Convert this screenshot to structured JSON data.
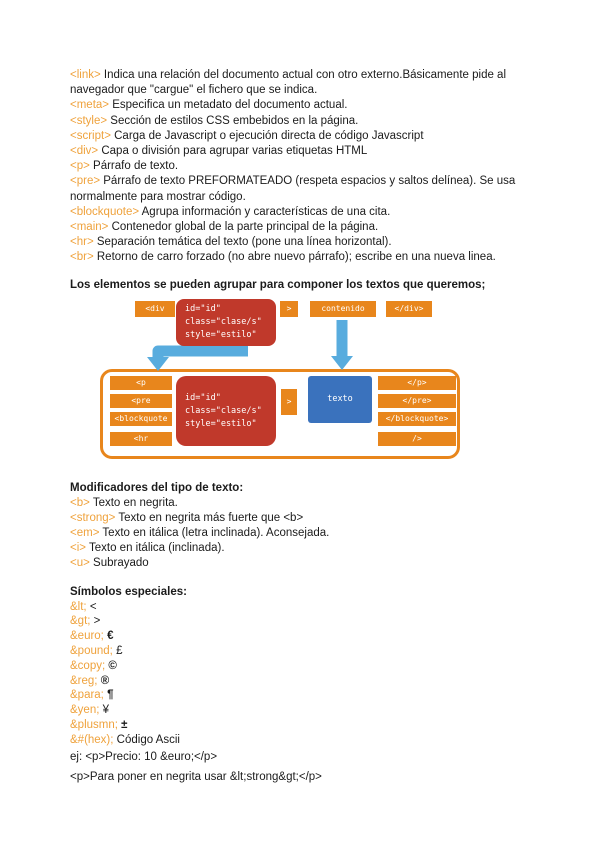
{
  "colors": {
    "tag_text_orange": "#EFA23C",
    "box_orange": "#E8861C",
    "box_red": "#C0392B",
    "box_blue": "#3A72BD",
    "arrow_blue": "#58ACDE"
  },
  "tags": [
    {
      "tag": "<link>",
      "text": "Indica una relación del documento actual con otro externo.Básicamente pide al navegador que \"cargue\" el fichero que se indica."
    },
    {
      "tag": "<meta>",
      "text": "Especifica un metadato del documento actual."
    },
    {
      "tag": "<style>",
      "text": "Sección de estilos CSS embebidos en la página."
    },
    {
      "tag": "<script>",
      "text": "Carga de Javascript o ejecución directa de código Javascript"
    },
    {
      "tag": "<div>",
      "text": "Capa o división para agrupar varias etiquetas HTML"
    },
    {
      "tag": "<p>",
      "text": "Párrafo de texto."
    },
    {
      "tag": "<pre>",
      "text": "Párrafo de texto PREFORMATEADO (respeta espacios y saltos delínea). Se usa normalmente para mostrar código."
    },
    {
      "tag": "<blockquote>",
      "text": "Agrupa información y características de una cita."
    },
    {
      "tag": "<main>",
      "text": "Contenedor global de la parte principal de la página."
    },
    {
      "tag": "<hr>",
      "text": "Separación temática del texto (pone una línea horizontal)."
    },
    {
      "tag": "<br>",
      "text": "Retorno de carro forzado (no abre nuevo párrafo); escribe en una nueva linea."
    }
  ],
  "headings": {
    "group": "Los elementos se pueden agrupar para componer los textos que queremos;",
    "modifiers": "Modificadores del tipo de texto:",
    "symbols": "Símbolos especiales:"
  },
  "diagram": {
    "top": {
      "open": "<div",
      "attr1": "id=\"id\"",
      "attr2": "class=\"clase/s\"",
      "attr3": "style=\"estilo\"",
      "gt": ">",
      "content": "contenido",
      "close": "</div>"
    },
    "bottom": {
      "open1": "<p",
      "open2": "<pre",
      "open3": "<blockquote",
      "open4": "<hr",
      "attr1": "id=\"id\"",
      "attr2": "class=\"clase/s\"",
      "attr3": "style=\"estilo\"",
      "gt": ">",
      "content": "texto",
      "close1": "</p>",
      "close2": "</pre>",
      "close3": "</blockquote>",
      "close4": "/>"
    }
  },
  "modifiers": [
    {
      "tag": "<b>",
      "text": "Texto en negrita."
    },
    {
      "tag": "<strong>",
      "text": "Texto en negrita más fuerte que <b>"
    },
    {
      "tag": "<em>",
      "text": "Texto en itálica (letra inclinada). Aconsejada."
    },
    {
      "tag": "<i>",
      "text": "Texto en itálica (inclinada)."
    },
    {
      "tag": "<u>",
      "text": "Subrayado"
    }
  ],
  "symbols": [
    {
      "entity": "&lt;",
      "value": "<"
    },
    {
      "entity": "&gt;",
      "value": ">"
    },
    {
      "entity": "&euro;",
      "value": "€"
    },
    {
      "entity": "&pound;",
      "value": "£"
    },
    {
      "entity": "&copy;",
      "value": "©"
    },
    {
      "entity": "&reg;",
      "value": "®"
    },
    {
      "entity": "&para;",
      "value": "¶"
    },
    {
      "entity": "&yen;",
      "value": "¥"
    },
    {
      "entity": "&plusmn;",
      "value": "±"
    },
    {
      "entity": "&#(hex);",
      "value": "Código Ascii"
    }
  ],
  "examples": [
    "ej: <p>Precio: 10 &euro;</p>",
    "<p>Para poner en negrita usar &lt;strong&gt;</p>"
  ]
}
